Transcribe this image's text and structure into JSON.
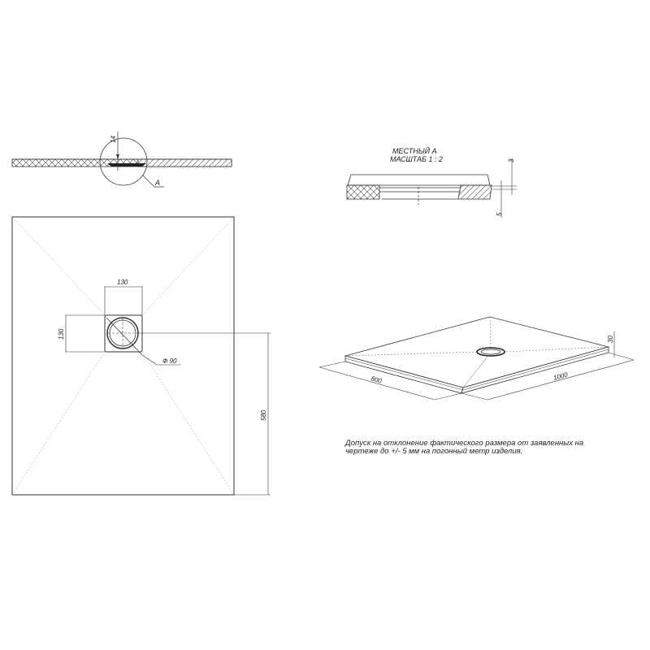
{
  "drawing": {
    "section_view": {
      "dimension_height": "14",
      "callout_label": "A"
    },
    "detail_view": {
      "title_line1": "МЕСТНЫЙ А",
      "title_line2": "МАСШТАБ 1 : 2",
      "dimension_top": "3",
      "dimension_bottom": "5"
    },
    "plan_view": {
      "drain_width": "130",
      "drain_height": "130",
      "drain_diameter": "Ф 90",
      "drain_offset": "580"
    },
    "isometric_view": {
      "width": "800",
      "length": "1000",
      "height": "30"
    },
    "note": {
      "line1": "Допуск на отклонение фактического размера от заявленных на",
      "line2": "чертеже до +/- 5 мм на погонный метр изделия."
    }
  }
}
